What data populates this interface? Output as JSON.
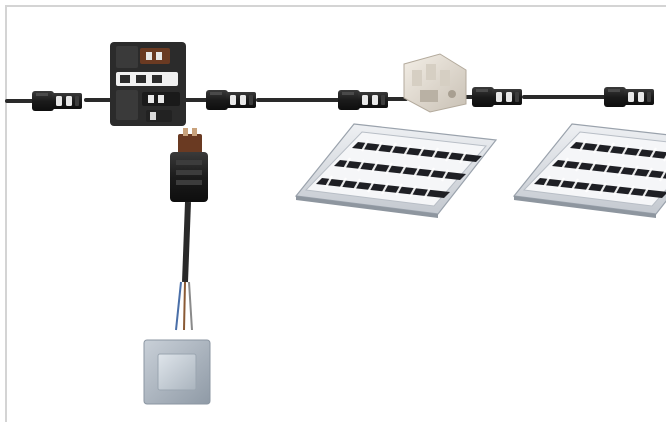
{
  "colors": {
    "frame": "#d4d4d4",
    "background": "#ffffff",
    "cable": "#2a2a2a",
    "connector": "#1b1b1b",
    "distributor_body": "#2b2b2b",
    "distributor_brown": "#6a3a22",
    "coupler_body": "#e8e2d8",
    "luminaire_housing": "#d9dde2",
    "louvre_slot": "#1e1f24",
    "wire_blue": "#4a6fa8",
    "wire_brown": "#8a5a35",
    "wire_grey": "#8a8a8a",
    "switch_plate": "#a9b3bd",
    "switch_rocker": "#c6ced6"
  },
  "components": [
    {
      "id": "connector-left-end",
      "icon": "plug-connector-icon"
    },
    {
      "id": "power-distributor",
      "icon": "distribution-block-icon"
    },
    {
      "id": "connector-distributor-out",
      "icon": "plug-connector-icon"
    },
    {
      "id": "connector-before-coupler",
      "icon": "plug-connector-icon"
    },
    {
      "id": "coupler-block",
      "icon": "coupler-block-icon"
    },
    {
      "id": "connector-after-coupler",
      "icon": "plug-connector-icon"
    },
    {
      "id": "connector-right-end",
      "icon": "plug-connector-icon"
    },
    {
      "id": "switch-plug",
      "icon": "brown-plug-icon"
    },
    {
      "id": "luminaire-left",
      "icon": "ceiling-luminaire-icon"
    },
    {
      "id": "luminaire-right",
      "icon": "ceiling-luminaire-icon"
    },
    {
      "id": "wall-switch",
      "icon": "light-switch-icon"
    }
  ]
}
